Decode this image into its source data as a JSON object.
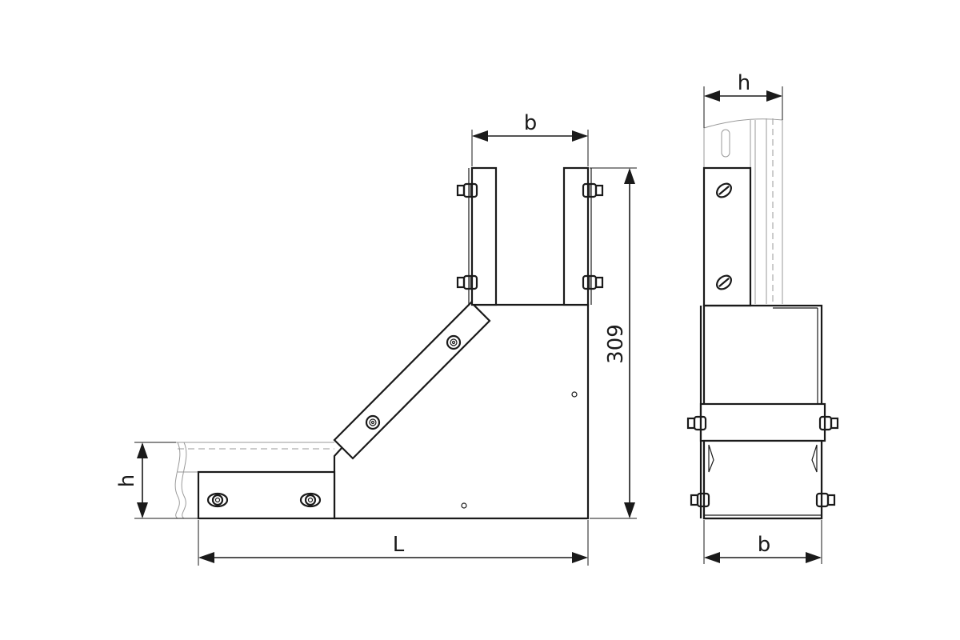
{
  "dimensions": {
    "front_width": "b",
    "total_height": "309",
    "side_height": "h",
    "length": "L",
    "side_width_top": "h",
    "side_width_bottom": "b"
  },
  "colors": {
    "line": "#1a1a1a",
    "ghost": "#9a9a9a",
    "background": "#ffffff"
  }
}
